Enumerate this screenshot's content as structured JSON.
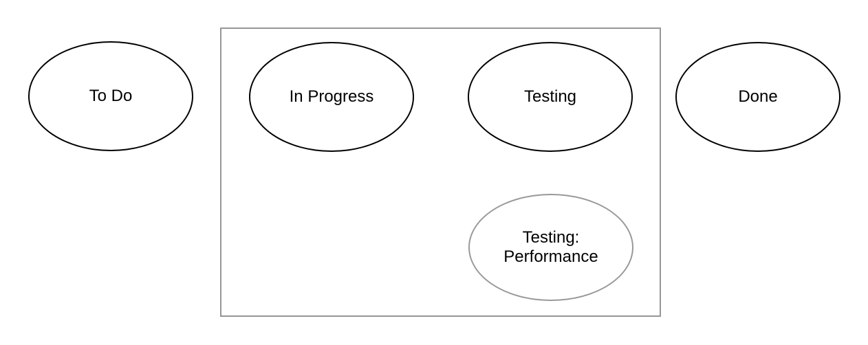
{
  "diagram": {
    "type": "state-diagram",
    "colors": {
      "background": "#ffffff",
      "node_stroke": "#000000",
      "muted_node_stroke": "#999999",
      "container_stroke": "#969696",
      "text": "#000000"
    },
    "nodes": [
      {
        "id": "to-do",
        "label": "To Do",
        "stroke": "#000000"
      },
      {
        "id": "in-progress",
        "label": "In Progress",
        "stroke": "#000000"
      },
      {
        "id": "testing",
        "label": "Testing",
        "stroke": "#000000"
      },
      {
        "id": "done",
        "label": "Done",
        "stroke": "#000000"
      },
      {
        "id": "testing-performance",
        "label": "Testing: Performance",
        "stroke": "#999999"
      }
    ]
  }
}
